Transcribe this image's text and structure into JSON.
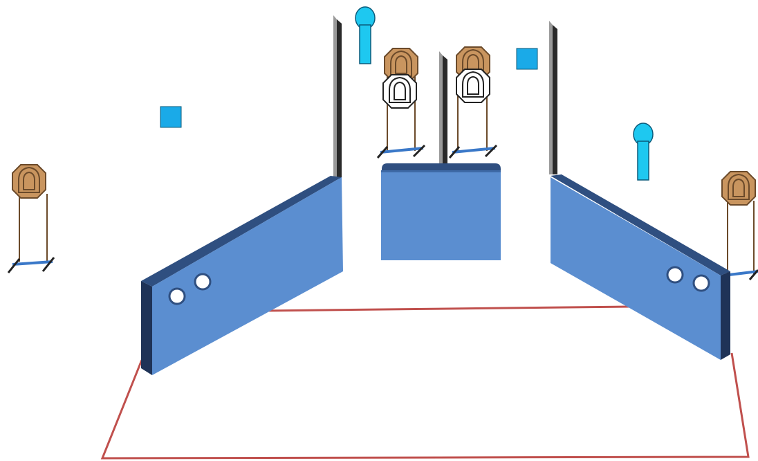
{
  "diagram": {
    "type": "shooting-stage-layout",
    "colors": {
      "fault_line": "#c0504d",
      "barricade": "#5b8ed0",
      "barricade_dark": "#2f4f80",
      "paper_target": "#c9955f",
      "no_shoot_target": "#ffffff",
      "popper": "#1ec8f0",
      "plate": "#1aaae8",
      "stand_base": "#3a78c8"
    },
    "elements": {
      "paper_targets": 4,
      "no_shoot_targets": 2,
      "poppers": 2,
      "plates": 2,
      "barricade_walls": 3,
      "ports": 4,
      "vertical_walls": 3
    },
    "icons": [
      "paper-target-icon",
      "no-shoot-target-icon",
      "popper-icon",
      "steel-plate-icon",
      "barricade-wall",
      "shooting-port",
      "fault-line"
    ]
  }
}
